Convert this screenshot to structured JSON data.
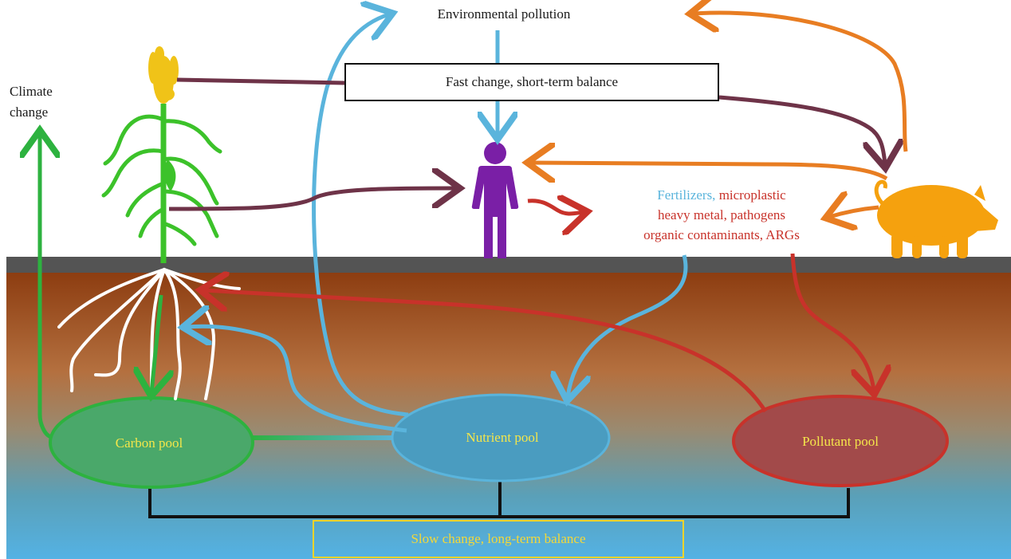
{
  "labels": {
    "environmental_pollution": "Environmental pollution",
    "climate_change": "Climate change",
    "fast_change": "Fast change, short-term balance",
    "slow_change": "Slow change, long-term balance",
    "fertilizers": "Fertilizers,",
    "microplastic": "microplastic",
    "heavy_metal_pathogens": "heavy metal, pathogens",
    "organic_args": "organic contaminants, ARGs"
  },
  "pools": {
    "carbon": "Carbon pool",
    "nutrient": "Nutrient pool",
    "pollutant": "Pollutant pool"
  },
  "colors": {
    "ground": "#5a5a5a",
    "soil_top": "#8a3f14",
    "soil_mid": "#b86e40",
    "soil_bottom": "#55b0de",
    "carbon": "#2db23f",
    "nutrient": "#5ab4dc",
    "pollutant": "#c8322a",
    "human": "#7a1fa6",
    "pig": "#f5a10e",
    "corn_stalk": "#3cc22a",
    "tassel": "#f0c318",
    "maroon_arrow": "#6e3348",
    "orange_arrow": "#e87d22",
    "yellow_text": "#f4d838"
  },
  "icons": [
    "corn-plant-icon",
    "human-icon",
    "pig-icon",
    "roots-icon"
  ]
}
